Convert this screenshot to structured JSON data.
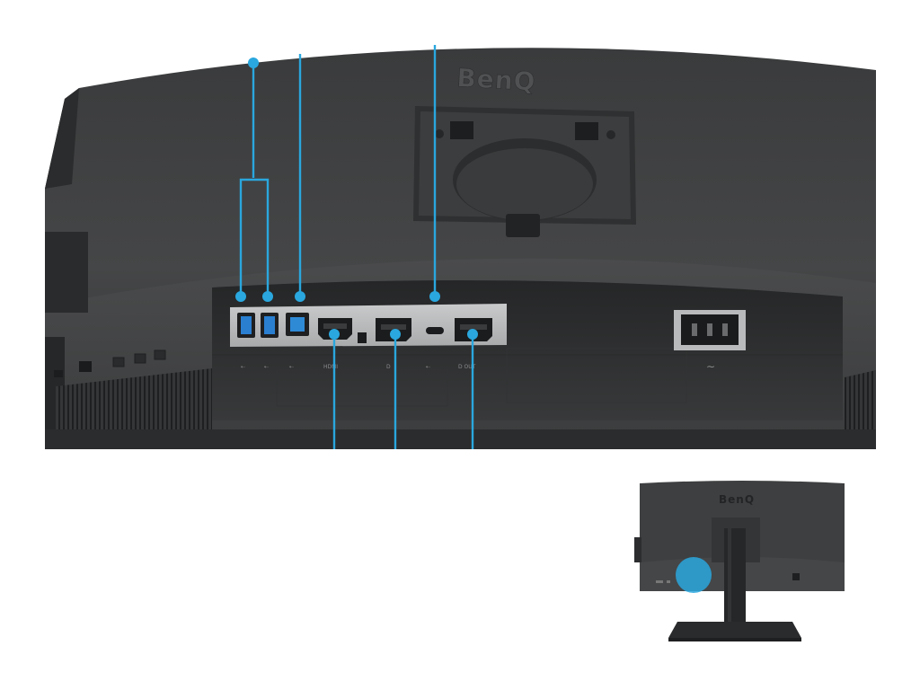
{
  "detail_view": {
    "brand_logo": "BenQ",
    "callout_color": "#2aa7de",
    "ports": {
      "usb_a_1": "usb-a-downstream-port",
      "usb_a_2": "usb-a-downstream-port",
      "usb_b": "usb-b-upstream-port",
      "hdmi": "hdmi-port",
      "displayport_in": "displayport-in-port",
      "usb_c": "usb-c-port",
      "displayport_out": "displayport-out-port",
      "ac_power": "ac-power-inlet"
    },
    "port_labels": {
      "usb_a_1": "⇠",
      "usb_a_2": "⇠",
      "usb_b": "⇠",
      "hdmi": "HDMI",
      "displayport_in": "D",
      "usb_c": "⇠",
      "displayport_out": "D OUT",
      "power": "∼"
    }
  },
  "overview_view": {
    "brand_logo": "BenQ",
    "highlight_color": "#2aa7de"
  }
}
